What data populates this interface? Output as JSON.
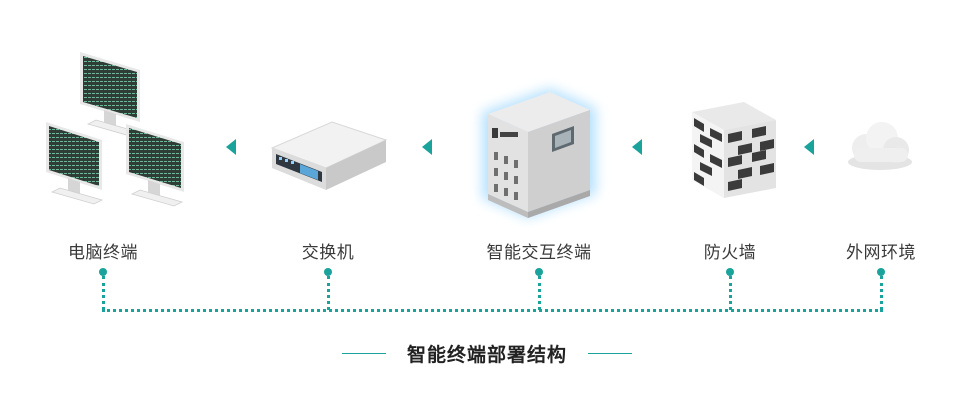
{
  "nodes": [
    {
      "label": "电脑终端",
      "icon": "computer-terminals-icon"
    },
    {
      "label": "交换机",
      "icon": "switch-icon"
    },
    {
      "label": "智能交互终端",
      "icon": "smart-interactive-terminal-icon"
    },
    {
      "label": "防火墙",
      "icon": "firewall-icon"
    },
    {
      "label": "外网环境",
      "icon": "cloud-icon"
    }
  ],
  "title": "智能终端部署结构",
  "colors": {
    "accent": "#1aa39a",
    "text": "#3a3a3a",
    "glow": "#7fd0ff"
  }
}
